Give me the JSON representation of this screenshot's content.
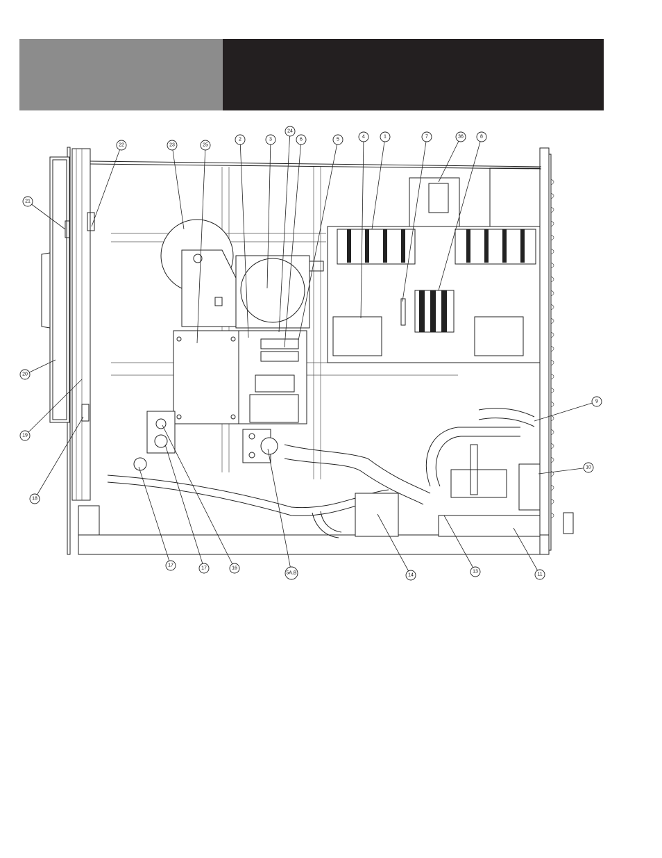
{
  "header": {
    "left_color": "#8c8c8c",
    "right_color": "#231f20"
  },
  "callouts": [
    "22",
    "23",
    "25",
    "2",
    "3",
    "24",
    "6",
    "5",
    "4",
    "1",
    "7",
    "36",
    "8",
    "21",
    "20",
    "19",
    "18",
    "9",
    "10",
    "17",
    "17",
    "16",
    "5A,B",
    "14",
    "13",
    "11"
  ]
}
